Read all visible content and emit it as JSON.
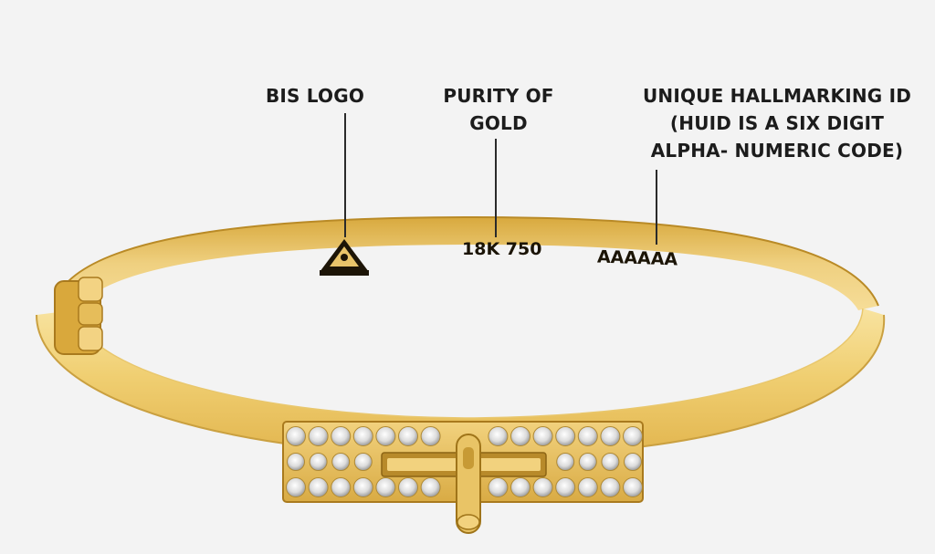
{
  "labels": {
    "bis_logo": "BIS LOGO",
    "purity_line1": "PURITY OF",
    "purity_line2": "GOLD",
    "huid_line1": "UNIQUE HALLMARKING ID",
    "huid_line2": "(HUID IS A SIX DIGIT",
    "huid_line3": "ALPHA- NUMERIC CODE)"
  },
  "engravings": {
    "purity_mark": "18K 750",
    "huid_code": "AAAAAA"
  },
  "colors": {
    "background": "#f3f3f3",
    "gold_light": "#f7dc8c",
    "gold_mid": "#e8c25c",
    "gold_dark": "#c9982c",
    "text": "#1c1c1c"
  },
  "icons": [
    "bis-logo-icon",
    "diamond-icon",
    "clasp-icon",
    "hinge-icon"
  ]
}
